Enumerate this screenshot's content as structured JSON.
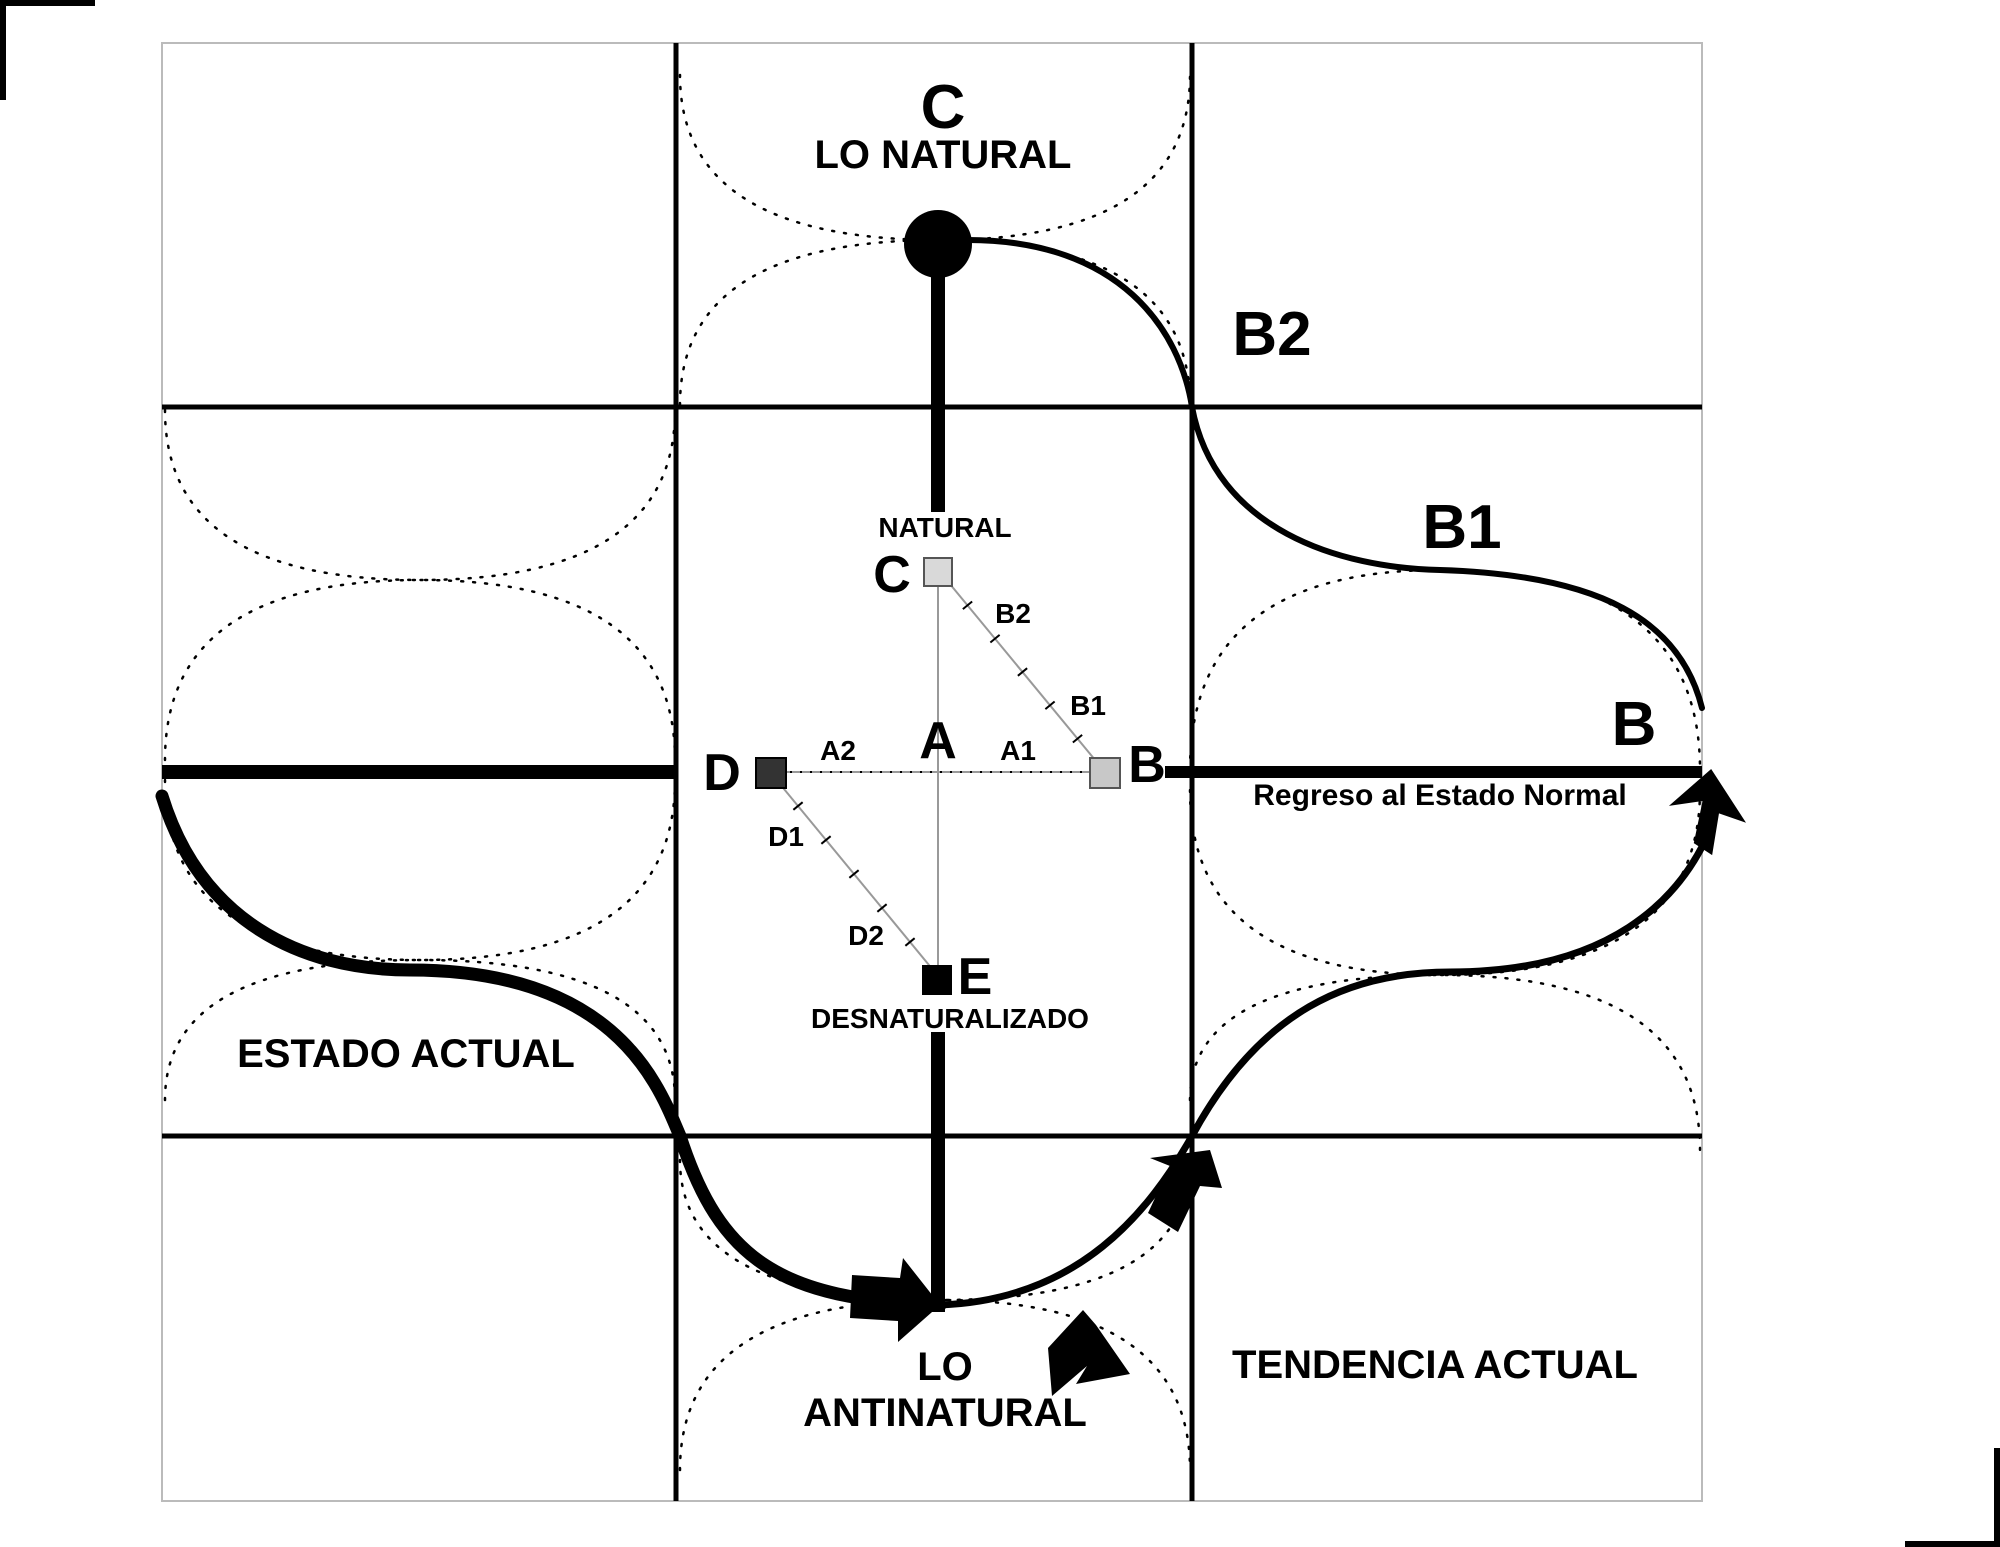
{
  "title_top": {
    "letter": "C",
    "label": "LO NATURAL"
  },
  "side_labels": {
    "b2": "B2",
    "b1": "B1",
    "b": "B",
    "regreso": "Regreso al  Estado Normal",
    "estado_actual": "ESTADO ACTUAL",
    "tendencia_actual": "TENDENCIA ACTUAL",
    "lo": "LO",
    "antinatural": "ANTINATURAL"
  },
  "center": {
    "natural": "NATURAL",
    "desnaturalizado": "DESNATURALIZADO",
    "node_c": "C",
    "node_d": "D",
    "node_b": "B",
    "node_e": "E",
    "node_a": "A",
    "seg_a1": "A1",
    "seg_a2": "A2",
    "seg_b1": "B1",
    "seg_b2": "B2",
    "seg_d1": "D1",
    "seg_d2": "D2"
  },
  "colors": {
    "ink": "#000000",
    "node_c_fill": "#d9d9d9",
    "node_b_fill": "#c8c8c8",
    "node_d_fill": "#333333",
    "node_e_fill": "#000000"
  }
}
